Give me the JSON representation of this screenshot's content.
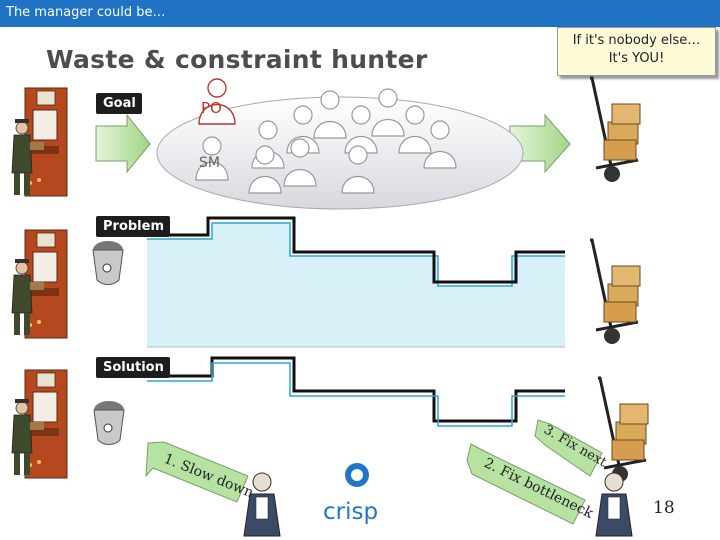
{
  "header": {
    "text": "The manager could be…"
  },
  "title": "Waste & constraint hunter",
  "callout": {
    "line1": "If it's nobody else…",
    "line2": "It's YOU!"
  },
  "sections": {
    "goal": "Goal",
    "problem": "Problem",
    "solution": "Solution"
  },
  "roles": {
    "po": "PO",
    "sm": "SM"
  },
  "steps": {
    "step1": "1. Slow down",
    "step2": "2. Fix bottleneck",
    "step3": "3. Fix next"
  },
  "brand": "crisp",
  "page_number": "18",
  "colors": {
    "header_bar": "#1f72c4",
    "water": "#d8f1f8",
    "water_edge": "#2aa8d6",
    "arrow_green": "#b7e3a2"
  }
}
